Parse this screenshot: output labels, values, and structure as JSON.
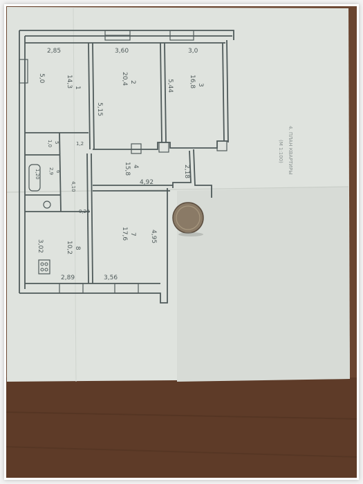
{
  "image": {
    "alt": "Photo of a paper apartment floor plan lying on a wooden table with a coin placed on it",
    "colors": {
      "table": "#6a4530",
      "table_dark": "#4a2e1e",
      "paper": "#dfe3de",
      "paper_shadow": "#c9cec8",
      "ink": "#4f5a5a",
      "coin": "#8a7a66"
    }
  },
  "plan": {
    "dimensions": {
      "top_left": "2,85",
      "top_mid": "3,60",
      "top_right": "3,0",
      "left_wall": "5,0",
      "mid_wall_a": "5,15",
      "mid_wall_b": "5,44",
      "mid_wall_c": "2,18",
      "mid_wall_d": "4,92",
      "bottom_right_wall": "4,95",
      "bottom_left_wall": "3,02",
      "bottom_a": "2,89",
      "bottom_b": "3,56",
      "small_a": "1,2",
      "small_b": "1,20",
      "small_c": "4,10",
      "small_d": "0,20"
    },
    "rooms": {
      "room1": {
        "number": "1",
        "area": "14,3"
      },
      "room2": {
        "number": "2",
        "area": "20,4"
      },
      "room3": {
        "number": "3",
        "area": "16,8"
      },
      "room4": {
        "number": "4",
        "area": "15,8"
      },
      "room5": {
        "number": "5",
        "area": "1,0"
      },
      "room6": {
        "number": "6",
        "area": "2,9"
      },
      "room7": {
        "number": "7",
        "area": "17,6"
      },
      "room8": {
        "number": "8",
        "area": "10,2"
      }
    },
    "stamp_line1": "4. ПЛАН КВАРТИРЫ",
    "stamp_line2": "(М 1:100)"
  }
}
